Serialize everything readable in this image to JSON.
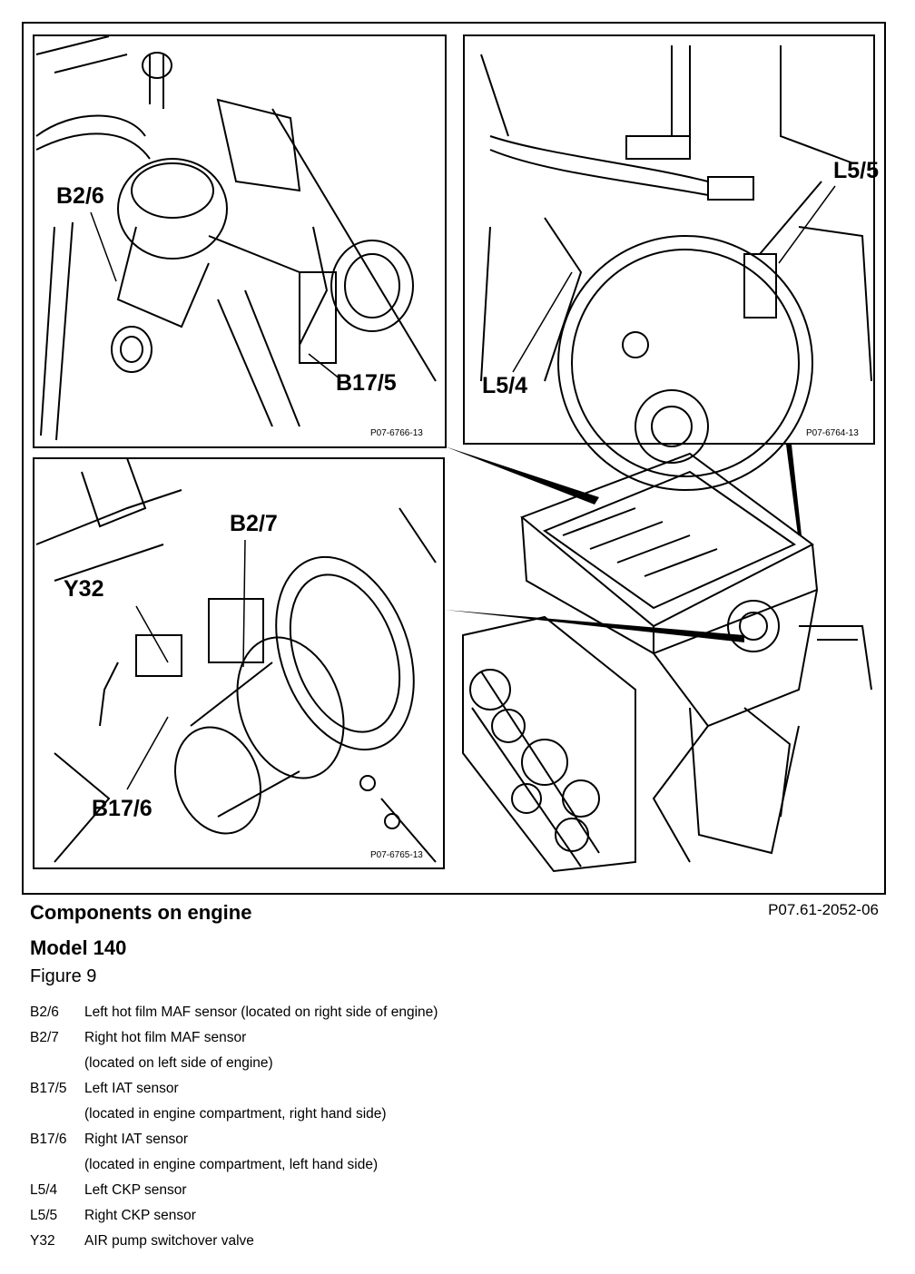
{
  "panels": {
    "top_left": {
      "callouts": [
        "B2/6",
        "B17/5"
      ],
      "code": "P07-6766-13"
    },
    "top_right": {
      "callouts": [
        "L5/5",
        "L5/4"
      ],
      "code": "P07-6764-13"
    },
    "bottom_left": {
      "callouts": [
        "B2/7",
        "Y32",
        "B17/6"
      ],
      "code": "P07-6765-13"
    }
  },
  "caption": {
    "title": "Components on engine",
    "model": "Model 140",
    "figure": "Figure 9",
    "doc_code": "P07.61-2052-06"
  },
  "legend": [
    {
      "code": "B2/6",
      "text": "Left hot film MAF sensor (located on right side of engine)",
      "note": ""
    },
    {
      "code": "B2/7",
      "text": "Right hot film MAF sensor",
      "note": "(located on left side of engine)"
    },
    {
      "code": "B17/5",
      "text": "Left IAT sensor",
      "note": "(located in engine compartment, right hand side)"
    },
    {
      "code": "B17/6",
      "text": "Right IAT sensor",
      "note": "(located in engine compartment, left hand side)"
    },
    {
      "code": "L5/4",
      "text": "Left CKP sensor",
      "note": ""
    },
    {
      "code": "L5/5",
      "text": "Right CKP sensor",
      "note": ""
    },
    {
      "code": "Y32",
      "text": "AIR pump switchover valve",
      "note": ""
    }
  ]
}
